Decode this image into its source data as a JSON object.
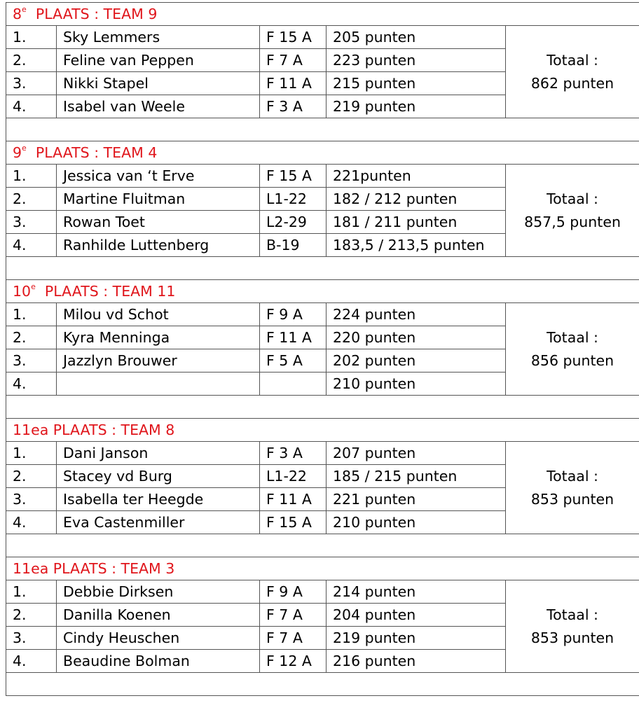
{
  "teams": [
    {
      "rank": "8",
      "suffix": "e",
      "header_text": "PLAATS : TEAM 9",
      "total_label": "Totaal :",
      "total_value": "862 punten",
      "members": [
        {
          "pos": "1.",
          "name": "Sky Lemmers",
          "cat": "F 15 A",
          "score": "205 punten"
        },
        {
          "pos": "2.",
          "name": "Feline van Peppen",
          "cat": "F 7 A",
          "score": "223 punten"
        },
        {
          "pos": "3.",
          "name": "Nikki Stapel",
          "cat": "F 11 A",
          "score": "215 punten"
        },
        {
          "pos": "4.",
          "name": "Isabel van Weele",
          "cat": "F 3 A",
          "score": "219 punten"
        }
      ]
    },
    {
      "rank": "9",
      "suffix": "e",
      "header_text": "PLAATS : TEAM 4",
      "total_label": "Totaal :",
      "total_value": "857,5 punten",
      "members": [
        {
          "pos": "1.",
          "name": "Jessica van ‘t Erve",
          "cat": "F 15 A",
          "score": "221punten"
        },
        {
          "pos": "2.",
          "name": "Martine Fluitman",
          "cat": "L1-22",
          "score": "182 / 212 punten"
        },
        {
          "pos": "3.",
          "name": "Rowan Toet",
          "cat": "L2-29",
          "score": "181 / 211 punten"
        },
        {
          "pos": "4.",
          "name": "Ranhilde Luttenberg",
          "cat": "B-19",
          "score": "183,5 / 213,5 punten"
        }
      ]
    },
    {
      "rank": "10",
      "suffix": "e",
      "header_text": "PLAATS : TEAM 11",
      "total_label": "Totaal :",
      "total_value": "856 punten",
      "members": [
        {
          "pos": "1.",
          "name": "Milou vd Schot",
          "cat": "F 9 A",
          "score": "224 punten"
        },
        {
          "pos": "2.",
          "name": "Kyra Menninga",
          "cat": "F 11 A",
          "score": "220 punten"
        },
        {
          "pos": "3.",
          "name": "Jazzlyn Brouwer",
          "cat": "F 5 A",
          "score": "202 punten"
        },
        {
          "pos": "4.",
          "name": "",
          "cat": "",
          "score": "210 punten"
        }
      ]
    },
    {
      "rank": "11ea",
      "suffix": "",
      "header_text": "PLAATS : TEAM 8",
      "total_label": "Totaal :",
      "total_value": "853 punten",
      "members": [
        {
          "pos": "1.",
          "name": "Dani Janson",
          "cat": "F 3 A",
          "score": "207 punten"
        },
        {
          "pos": "2.",
          "name": "Stacey vd Burg",
          "cat": "L1-22",
          "score": "185 / 215 punten"
        },
        {
          "pos": "3.",
          "name": "Isabella ter Heegde",
          "cat": "F 11 A",
          "score": "221 punten"
        },
        {
          "pos": "4.",
          "name": "Eva Castenmiller",
          "cat": "F 15 A",
          "score": "210 punten"
        }
      ]
    },
    {
      "rank": "11ea",
      "suffix": "",
      "header_text": "PLAATS : TEAM 3",
      "total_label": "Totaal :",
      "total_value": "853 punten",
      "members": [
        {
          "pos": "1.",
          "name": "Debbie Dirksen",
          "cat": "F 9 A",
          "score": "214 punten"
        },
        {
          "pos": "2.",
          "name": "Danilla Koenen",
          "cat": "F 7 A",
          "score": "204 punten"
        },
        {
          "pos": "3.",
          "name": "Cindy Heuschen",
          "cat": "F 7 A",
          "score": "219 punten"
        },
        {
          "pos": "4.",
          "name": "Beaudine Bolman",
          "cat": "F 12 A",
          "score": "216 punten"
        }
      ]
    }
  ],
  "colors": {
    "header_text": "#e0151b",
    "border": "#555555"
  }
}
